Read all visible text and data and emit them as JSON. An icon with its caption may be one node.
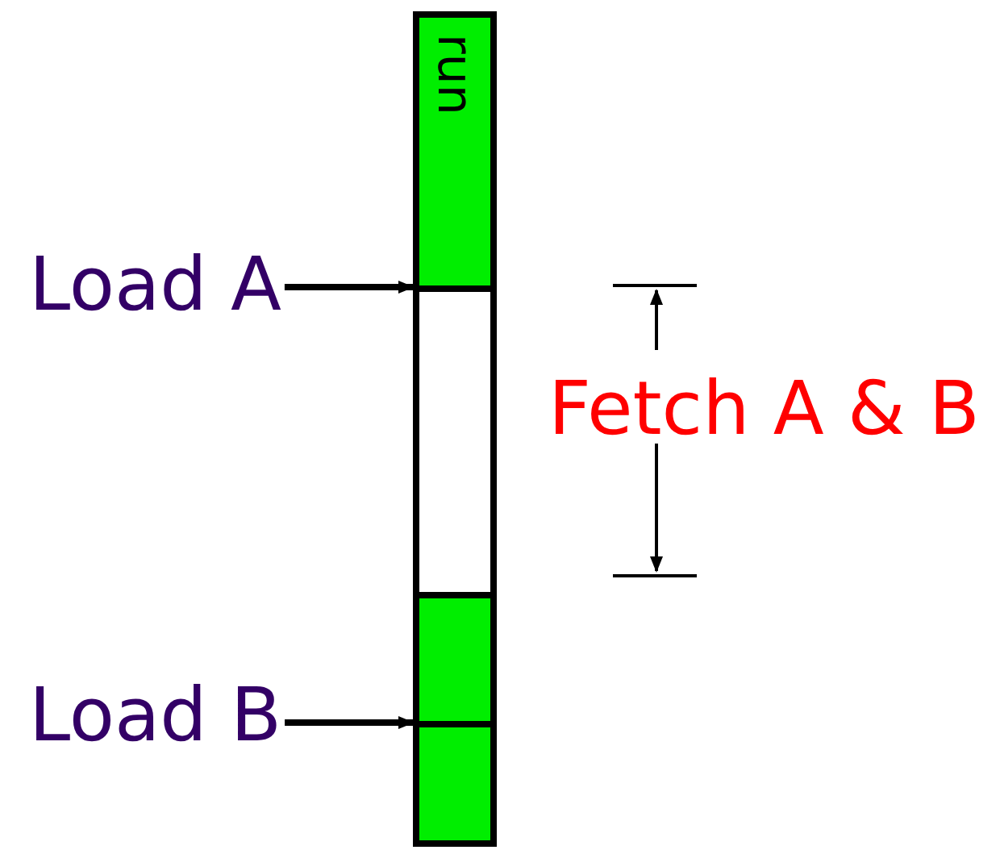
{
  "diagram": {
    "nodes": [
      {
        "text": [
          "run"
        ]
      },
      {
        "text": [],
        "shape": "box"
      },
      {
        "text": [],
        "shape": "box"
      },
      {
        "text": [],
        "shape": "box"
      },
      {
        "text": [
          "Load A"
        ]
      },
      {
        "text": [
          "Load B"
        ]
      }
    ],
    "edges": [
      {
        "from": 4,
        "to": 1,
        "arrow": "to"
      },
      {
        "from": 5,
        "to": 3,
        "arrow": "to"
      }
    ],
    "labels": [
      "Fetch A & B"
    ]
  }
}
